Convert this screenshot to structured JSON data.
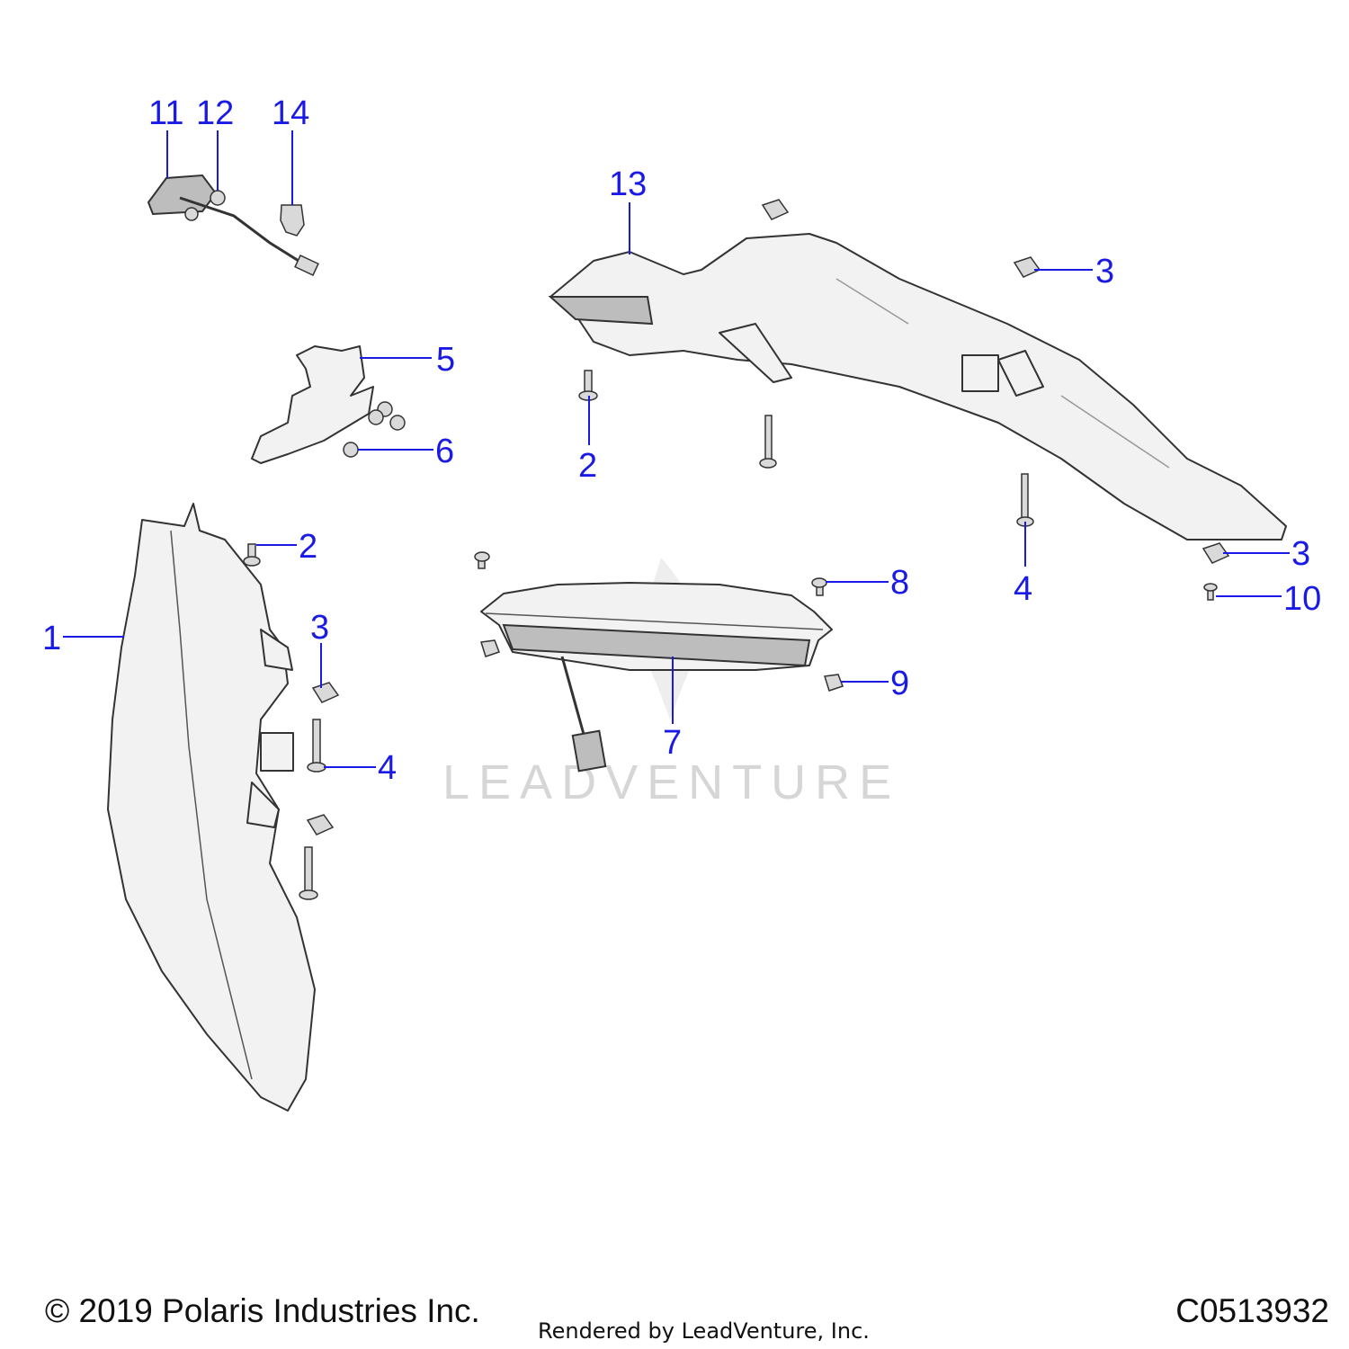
{
  "watermark": "LEADVENTURE",
  "callouts": [
    {
      "id": "c1",
      "label": "1"
    },
    {
      "id": "c2a",
      "label": "2"
    },
    {
      "id": "c2b",
      "label": "2"
    },
    {
      "id": "c3a",
      "label": "3"
    },
    {
      "id": "c3b",
      "label": "3"
    },
    {
      "id": "c3c",
      "label": "3"
    },
    {
      "id": "c4a",
      "label": "4"
    },
    {
      "id": "c4b",
      "label": "4"
    },
    {
      "id": "c5",
      "label": "5"
    },
    {
      "id": "c6",
      "label": "6"
    },
    {
      "id": "c7",
      "label": "7"
    },
    {
      "id": "c8",
      "label": "8"
    },
    {
      "id": "c9",
      "label": "9"
    },
    {
      "id": "c10",
      "label": "10"
    },
    {
      "id": "c11",
      "label": "11"
    },
    {
      "id": "c12",
      "label": "12"
    },
    {
      "id": "c13",
      "label": "13"
    },
    {
      "id": "c14",
      "label": "14"
    }
  ],
  "footer": {
    "copyright": "© 2019 Polaris Industries Inc.",
    "rendered_by": "Rendered by LeadVenture, Inc.",
    "figure_id": "C0513932"
  },
  "colors": {
    "callout": "#1a1ae6",
    "line": "#333333",
    "fill": "#f2f2f2"
  }
}
